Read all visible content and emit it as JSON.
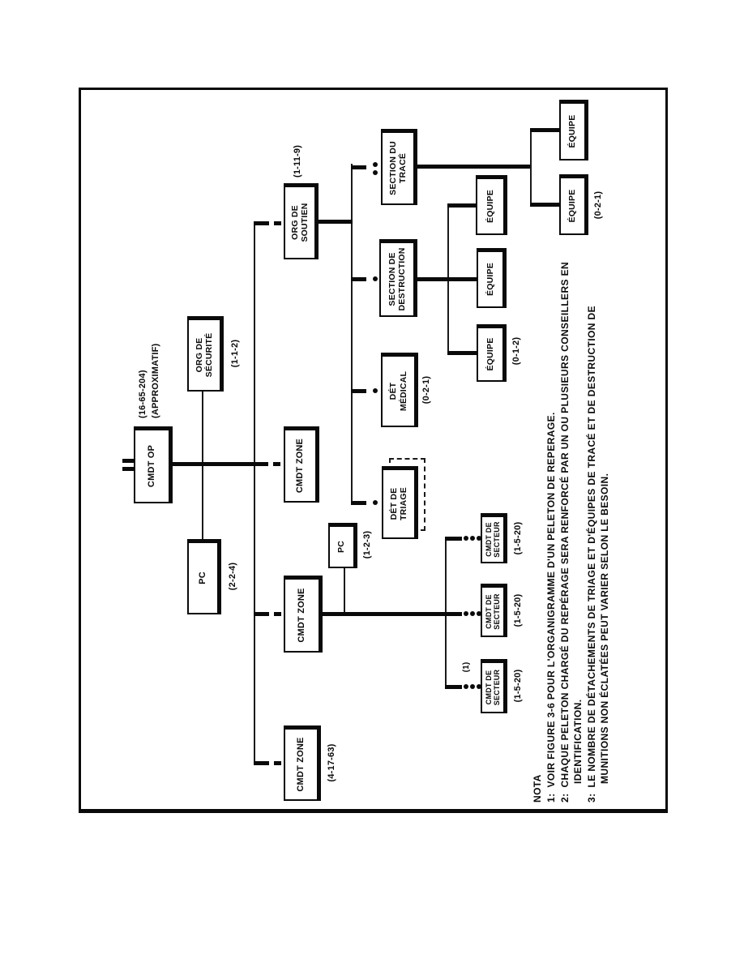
{
  "nodes": {
    "cmdt_op": {
      "label": "CMDT OP",
      "ann_line1": "(16-65-204)",
      "ann_line2": "(APPROXIMATIF)"
    },
    "pc_op": {
      "label": "PC",
      "ann": "(2-2-4)"
    },
    "org_securite": {
      "line1": "ORG DE",
      "line2": "SÉCURITÉ",
      "ann": "(1-1-2)"
    },
    "cmdt_zone_1": {
      "label": "CMDT ZONE",
      "ann": "(4-17-63)"
    },
    "cmdt_zone_2": {
      "label": "CMDT ZONE"
    },
    "cmdt_zone_3": {
      "label": "CMDT ZONE"
    },
    "org_soutien": {
      "line1": "ORG DE",
      "line2": "SOUTIEN",
      "ann": "(1-11-9)"
    },
    "pc_zone": {
      "label": "PC",
      "ann": "(1-2-3)"
    },
    "cmdt_secteur": {
      "line1": "CMDT DE",
      "line2": "SECTEUR",
      "ann": "(1-5-20)",
      "ref_note": "(1)"
    },
    "det_triage": {
      "line1": "DÉT DE",
      "line2": "TRIAGE"
    },
    "det_medical": {
      "line1": "DÉT",
      "line2": "MÉDICAL",
      "ann": "(0-2-1)"
    },
    "section_destruction": {
      "line1": "SECTION DE",
      "line2": "DESTRUCTION"
    },
    "section_trace": {
      "line1": "SECTION DU",
      "line2": "TRACÉ"
    },
    "equipe": {
      "label": "ÉQUIPE"
    },
    "equipe_destruction_ann": "(0-1-2)",
    "equipe_trace_ann": "(0-2-1)"
  },
  "notes": {
    "title": "NOTA",
    "items": [
      {
        "num": "1:",
        "text": "VOIR FIGURE 3-6 POUR L'ORGANIGRAMME D'UN PELETON DE REPERAGE."
      },
      {
        "num": "2:",
        "text": "CHAQUE PELETON CHARGÉ DU REPÉRAGE SERA RENFORCÉ PAR UN OU PLUSIEURS CONSEILLERS EN",
        "text2": "IDENTIFICATION."
      },
      {
        "num": "3:",
        "text": "LE NOMBRE DE DÉTACHEMENTS DE TRIAGE ET D'ÉQUIPES DE TRACÉ ET DE DESTRUCTION DE",
        "text2": "MUNITIONS NON ÉCLATÉES PEUT VARIER SELON LE BESOIN."
      }
    ]
  },
  "colors": {
    "ink": "#0a0a0a",
    "paper": "#ffffff"
  }
}
